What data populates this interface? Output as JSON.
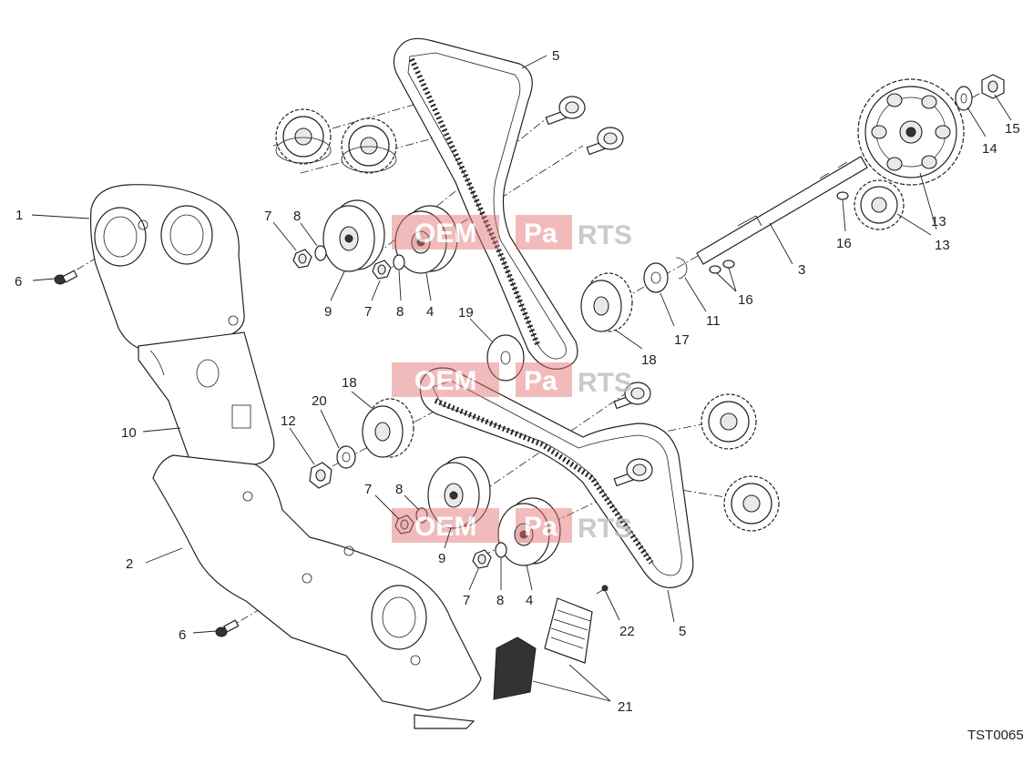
{
  "diagram": {
    "drawing_code": "TST0065",
    "labels": {
      "l1": "1",
      "l2": "2",
      "l3": "3",
      "l4a": "4",
      "l4b": "4",
      "l5a": "5",
      "l5b": "5",
      "l6a": "6",
      "l6b": "6",
      "l7a": "7",
      "l7b": "7",
      "l7c": "7",
      "l7d": "7",
      "l8a": "8",
      "l8b": "8",
      "l8c": "8",
      "l8d": "8",
      "l9a": "9",
      "l9b": "9",
      "l10": "10",
      "l11": "11",
      "l12": "12",
      "l13a": "13",
      "l13b": "13",
      "l14": "14",
      "l15": "15",
      "l16a": "16",
      "l16b": "16",
      "l17": "17",
      "l18a": "18",
      "l18b": "18",
      "l19": "19",
      "l20": "20",
      "l21": "21",
      "l22": "22"
    }
  },
  "watermark": {
    "left": "OEM",
    "mid": "Pa",
    "right": "RTS"
  },
  "colors": {
    "watermark_red": "#e57373",
    "line": "#222222"
  }
}
